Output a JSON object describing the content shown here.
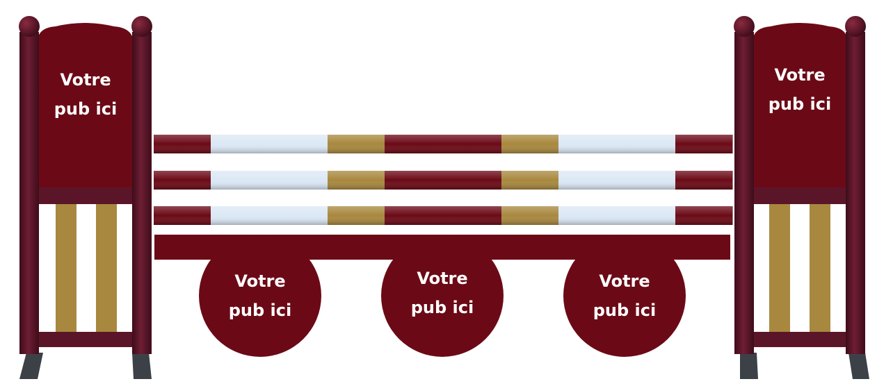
{
  "colors": {
    "maroon": "#6b0a16",
    "maroon_dark": "#4d1422",
    "post": "#5a1628",
    "gold": "#a8883e",
    "pale_blue": "#dbe8f5",
    "base": "#3c4148"
  },
  "left_wing": {
    "panel_line1": "Votre",
    "panel_line2": "pub ici"
  },
  "right_wing": {
    "panel_line1": "Votre",
    "panel_line2": "pub ici"
  },
  "fillers": [
    {
      "line1": "Votre",
      "line2": "pub ici"
    },
    {
      "line1": "Votre",
      "line2": "pub ici"
    },
    {
      "line1": "Votre",
      "line2": "pub ici"
    }
  ],
  "rails": [
    {
      "segments": [
        "maroon",
        "pale_blue",
        "gold",
        "maroon",
        "gold",
        "pale_blue",
        "maroon"
      ]
    },
    {
      "segments": [
        "maroon",
        "pale_blue",
        "gold",
        "maroon",
        "gold",
        "pale_blue",
        "maroon"
      ]
    },
    {
      "segments": [
        "maroon",
        "pale_blue",
        "gold",
        "maroon",
        "gold",
        "pale_blue",
        "maroon"
      ]
    }
  ]
}
